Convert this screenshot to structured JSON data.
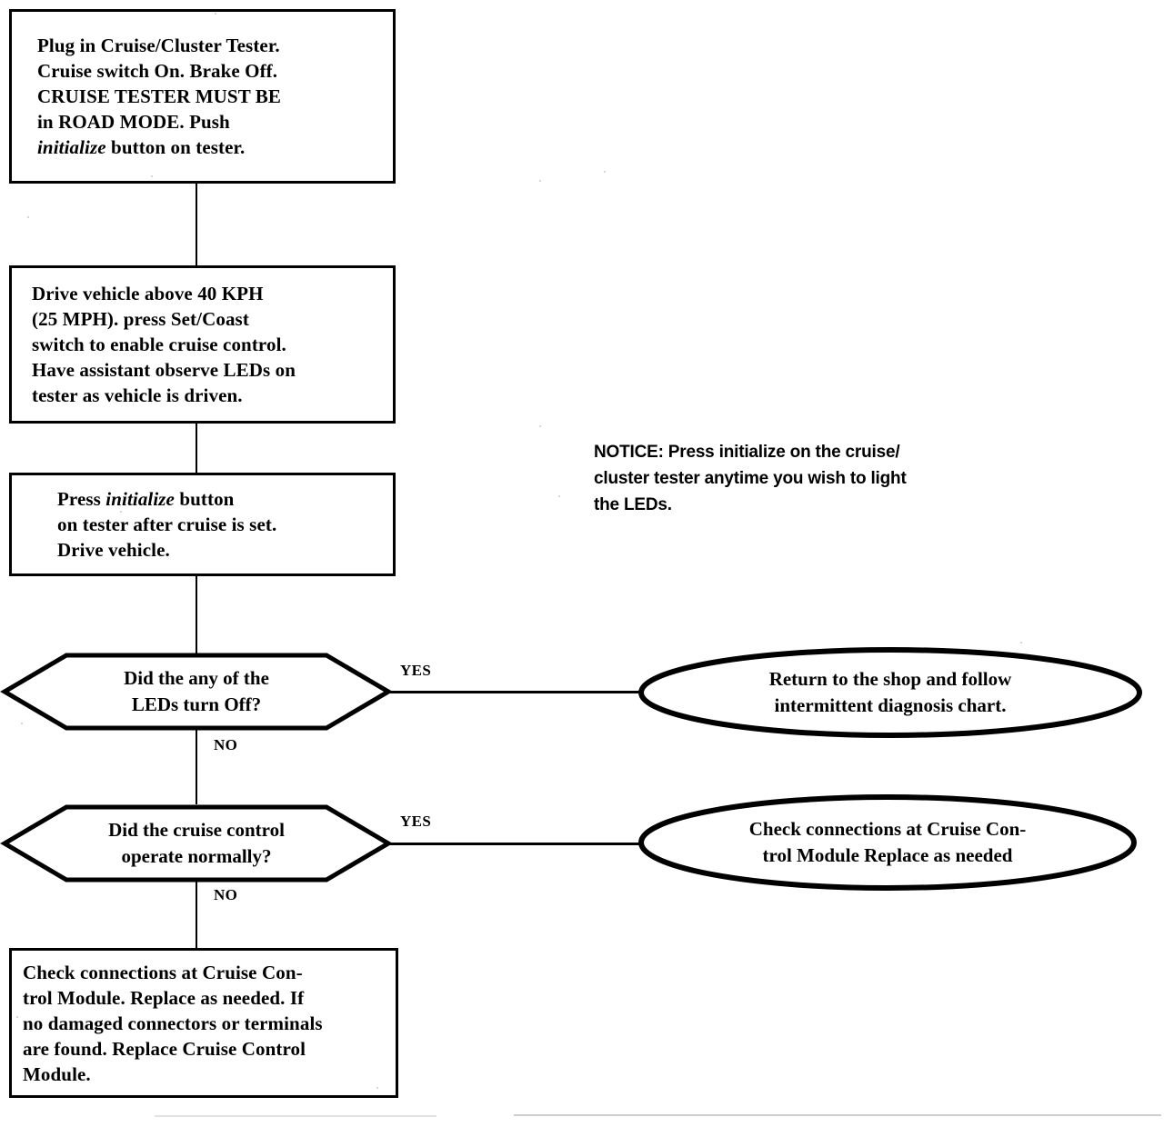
{
  "document": {
    "title": "Cruise Control Road Test Diagnosis Flowchart",
    "type": "flowchart"
  },
  "colors": {
    "ink": "#000000",
    "paper": "#ffffff"
  },
  "nodes": {
    "step_plug_in_tester": {
      "shape": "process",
      "text": "Plug in Cruise/Cluster Tester.\nCruise switch On. Brake Off.\nCRUISE TESTER MUST BE\nin ROAD MODE. Push",
      "text_last_line_italic_word": "initialize",
      "text_last_line_rest": " button on tester."
    },
    "step_drive_vehicle": {
      "shape": "process",
      "text": "Drive vehicle above 40 KPH\n(25 MPH). press Set/Coast\nswitch to enable cruise control.\nHave assistant observe LEDs on\ntester as vehicle is driven."
    },
    "step_press_initialize": {
      "shape": "process",
      "text_pre": "Press ",
      "text_italic": "initialize",
      "text_post": " button\non tester after cruise is set.\nDrive vehicle."
    },
    "decision_leds_off": {
      "shape": "decision",
      "text": "Did the any of the\nLEDs turn Off?",
      "yes_label": "YES",
      "no_label": "NO"
    },
    "decision_cruise_normal": {
      "shape": "decision",
      "text": "Did the cruise control\noperate normally?",
      "yes_label": "YES",
      "no_label": "NO"
    },
    "outcome_return_to_shop": {
      "shape": "terminator",
      "text": "Return to the shop and follow\nintermittent diagnosis chart."
    },
    "outcome_check_connections": {
      "shape": "terminator",
      "text": "Check connections at Cruise Con-\ntrol Module Replace as needed"
    },
    "step_check_connections_replace": {
      "shape": "process",
      "text": "Check connections at Cruise Con-\ntrol Module. Replace as needed. If\nno damaged connectors or terminals\nare found. Replace Cruise Control\nModule."
    }
  },
  "notice": {
    "text": "NOTICE:  Press initialize on the cruise/\ncluster tester anytime you wish to light\nthe LEDs."
  }
}
